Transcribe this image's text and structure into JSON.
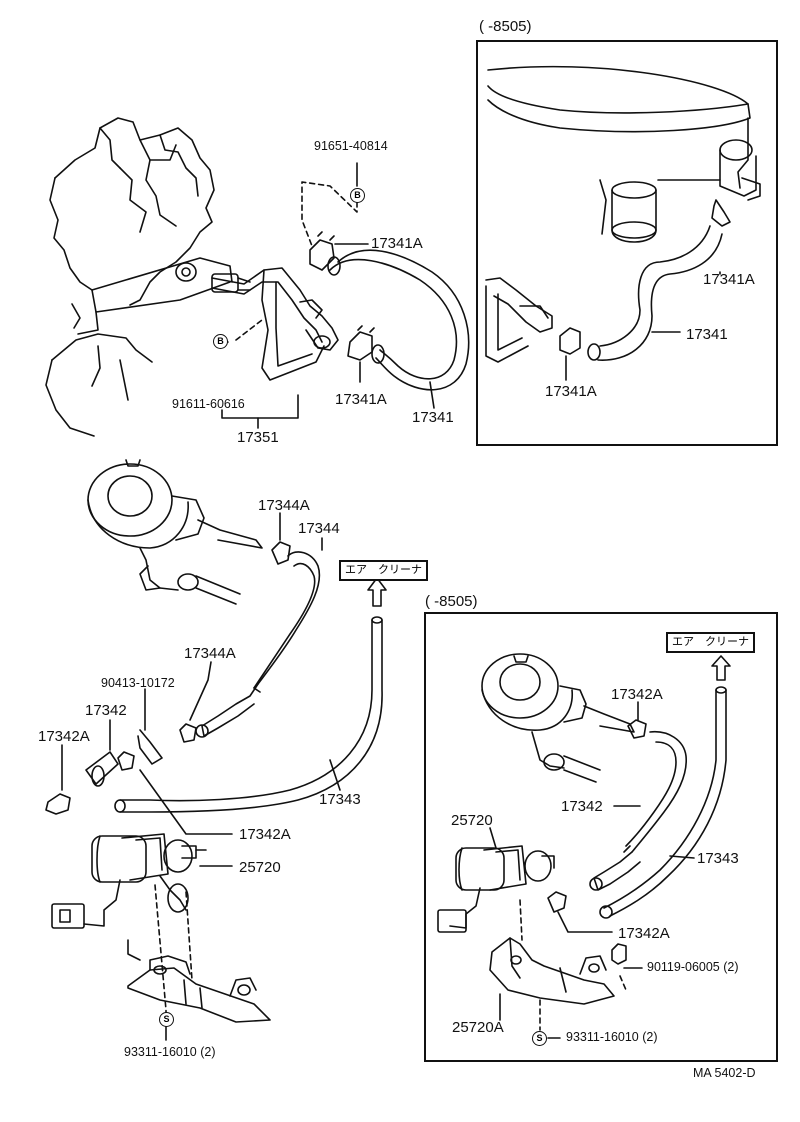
{
  "diagram": {
    "code": "MA  5402-D",
    "inset_top": {
      "range": "(      -8505)"
    },
    "inset_bottom": {
      "range": "(      -8505)"
    },
    "air_cleaner_label": "エア　クリーナ",
    "markers": {
      "b": "B",
      "s": "S"
    },
    "parts": {
      "p91651": "91651-40814",
      "p17341A_a": "17341A",
      "p91611": "91611-60616",
      "p17351": "17351",
      "p17341A_b": "17341A",
      "p17341_a": "17341",
      "p17341A_c": "17341A",
      "p17341_b": "17341",
      "p17341A_d": "17341A",
      "p17344A_a": "17344A",
      "p17344": "17344",
      "p17344A_b": "17344A",
      "p90413": "90413-10172",
      "p17342_a": "17342",
      "p17342A_a": "17342A",
      "p17343_a": "17343",
      "p17342A_b": "17342A",
      "p25720_a": "25720",
      "p93311_a": "93311-16010 (2)",
      "p17342A_c": "17342A",
      "p17342_b": "17342",
      "p25720_b": "25720",
      "p17343_b": "17343",
      "p17342A_d": "17342A",
      "p90119": "90119-06005 (2)",
      "p25720A": "25720A",
      "p93311_b": "93311-16010 (2)"
    }
  }
}
